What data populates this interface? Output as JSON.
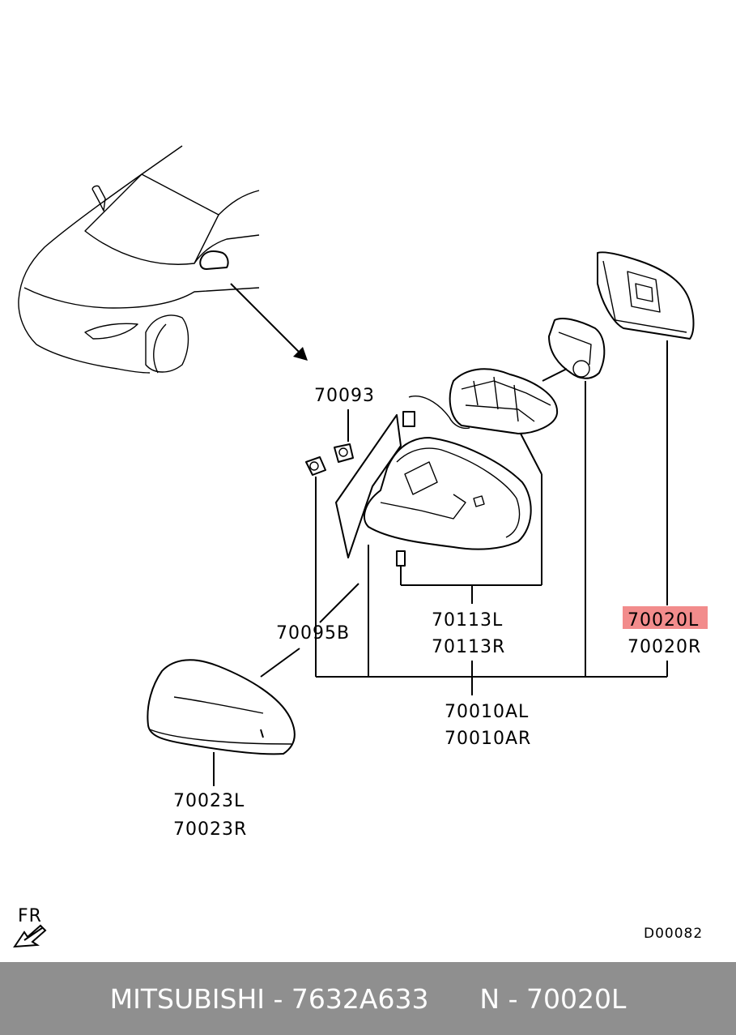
{
  "diagram": {
    "part_labels": [
      "70093",
      "70095B",
      "70113L",
      "70113R",
      "70020L",
      "70020R",
      "70010AL",
      "70010AR",
      "70023L",
      "70023R"
    ],
    "highlighted_part": "70020L",
    "highlight_color": "#f28c8c",
    "direction_label": "FR",
    "diagram_code": "D00082"
  },
  "footer": {
    "brand": "MITSUBISHI",
    "part_number": "7632A633",
    "ref": "N - 70020L",
    "background": "#8f8f8f"
  }
}
